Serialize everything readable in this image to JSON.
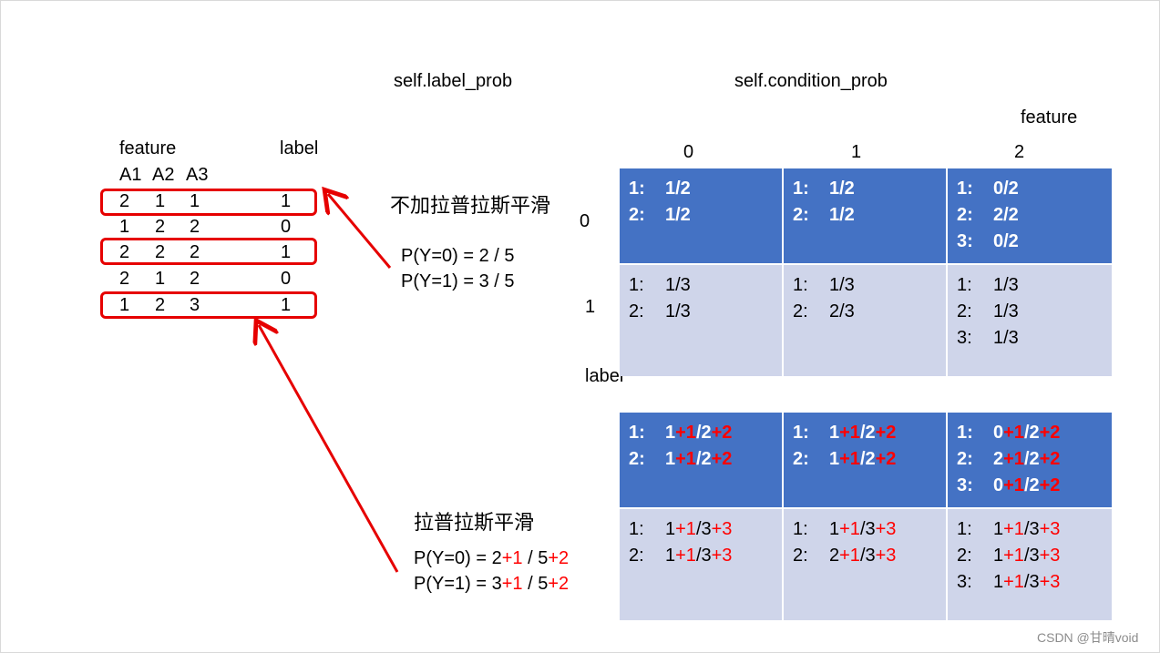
{
  "headers": {
    "label_prob": "self.label_prob",
    "condition_prob": "self.condition_prob",
    "feature": "feature",
    "col0": "0",
    "col1": "1",
    "col2": "2",
    "row0": "0",
    "row1": "1",
    "label_axis": "label"
  },
  "dataset": {
    "feature_header": "feature",
    "label_header": "label",
    "cols": [
      "A1",
      "A2",
      "A3"
    ],
    "rows": [
      {
        "a1": "2",
        "a2": "1",
        "a3": "1",
        "label": "1"
      },
      {
        "a1": "1",
        "a2": "2",
        "a3": "2",
        "label": "0"
      },
      {
        "a1": "2",
        "a2": "2",
        "a3": "2",
        "label": "1"
      },
      {
        "a1": "2",
        "a2": "1",
        "a3": "2",
        "label": "0"
      },
      {
        "a1": "1",
        "a2": "2",
        "a3": "3",
        "label": "1"
      }
    ]
  },
  "no_smoothing": {
    "title": "不加拉普拉斯平滑",
    "p0": "P(Y=0) = 2 / 5",
    "p1": "P(Y=1) = 3 / 5"
  },
  "smoothing": {
    "title": "拉普拉斯平滑",
    "p0": {
      "a": "P(Y=0) = 2",
      "b": "+1",
      "c": " / 5",
      "d": "+2"
    },
    "p1": {
      "a": "P(Y=1) = 3",
      "b": "+1",
      "c": " / 5",
      "d": "+2"
    }
  },
  "table1": {
    "r0c0": [
      {
        "k": "1:",
        "v": "1/2"
      },
      {
        "k": "2:",
        "v": "1/2"
      }
    ],
    "r0c1": [
      {
        "k": "1:",
        "v": "1/2"
      },
      {
        "k": "2:",
        "v": "1/2"
      }
    ],
    "r0c2": [
      {
        "k": "1:",
        "v": "0/2"
      },
      {
        "k": "2:",
        "v": "2/2"
      },
      {
        "k": "3:",
        "v": "0/2"
      }
    ],
    "r1c0": [
      {
        "k": "1:",
        "v": "1/3"
      },
      {
        "k": "2:",
        "v": "1/3"
      }
    ],
    "r1c1": [
      {
        "k": "1:",
        "v": "1/3"
      },
      {
        "k": "2:",
        "v": "2/3"
      }
    ],
    "r1c2": [
      {
        "k": "1:",
        "v": "1/3"
      },
      {
        "k": "2:",
        "v": "1/3"
      },
      {
        "k": "3:",
        "v": "1/3"
      }
    ]
  },
  "table2": {
    "r0c0": [
      {
        "k": "1:",
        "a": "1",
        "b": "+1",
        "c": "/2",
        "d": "+2"
      },
      {
        "k": "2:",
        "a": "1",
        "b": "+1",
        "c": "/2",
        "d": "+2"
      }
    ],
    "r0c1": [
      {
        "k": "1:",
        "a": "1",
        "b": "+1",
        "c": "/2",
        "d": "+2"
      },
      {
        "k": "2:",
        "a": "1",
        "b": "+1",
        "c": "/2",
        "d": "+2"
      }
    ],
    "r0c2": [
      {
        "k": "1:",
        "a": "0",
        "b": "+1",
        "c": "/2",
        "d": "+2"
      },
      {
        "k": "2:",
        "a": "2",
        "b": "+1",
        "c": "/2",
        "d": "+2"
      },
      {
        "k": "3:",
        "a": "0",
        "b": "+1",
        "c": "/2",
        "d": "+2"
      }
    ],
    "r1c0": [
      {
        "k": "1:",
        "a": "1",
        "b": "+1",
        "c": "/3",
        "d": "+3"
      },
      {
        "k": "2:",
        "a": "1",
        "b": "+1",
        "c": "/3",
        "d": "+3"
      }
    ],
    "r1c1": [
      {
        "k": "1:",
        "a": "1",
        "b": "+1",
        "c": "/3",
        "d": "+3"
      },
      {
        "k": "2:",
        "a": "2",
        "b": "+1",
        "c": "/3",
        "d": "+3"
      }
    ],
    "r1c2": [
      {
        "k": "1:",
        "a": "1",
        "b": "+1",
        "c": "/3",
        "d": "+3"
      },
      {
        "k": "2:",
        "a": "1",
        "b": "+1",
        "c": "/3",
        "d": "+3"
      },
      {
        "k": "3:",
        "a": "1",
        "b": "+1",
        "c": "/3",
        "d": "+3"
      }
    ]
  },
  "watermark": "CSDN @甘晴void",
  "colors": {
    "dark_cell": "#4472c4",
    "light_cell": "#cfd5ea",
    "highlight": "#e60000",
    "plus": "#ff0000"
  }
}
